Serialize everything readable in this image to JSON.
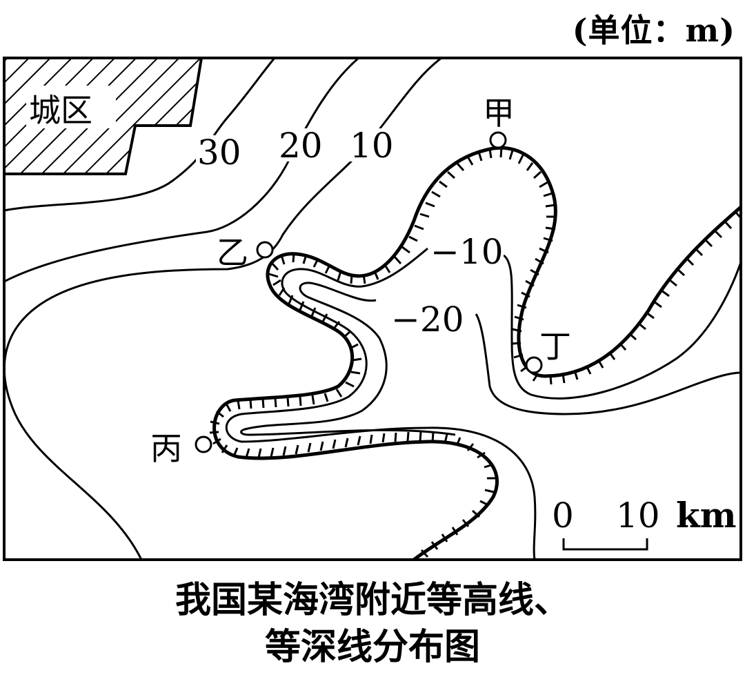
{
  "unit_label": "(单位：m)",
  "map": {
    "area_label": "城区",
    "contour_labels": [
      "30",
      "20",
      "10"
    ],
    "depth_labels": [
      "−10",
      "−20"
    ],
    "points": {
      "jia": "甲",
      "yi": "乙",
      "bing": "丙",
      "ding": "丁"
    },
    "scale_bar": {
      "start_label": "0",
      "end_label": "10",
      "unit": "km"
    }
  },
  "caption": {
    "line1": "我国某海湾附近等高线、",
    "line2": "等深线分布图"
  }
}
